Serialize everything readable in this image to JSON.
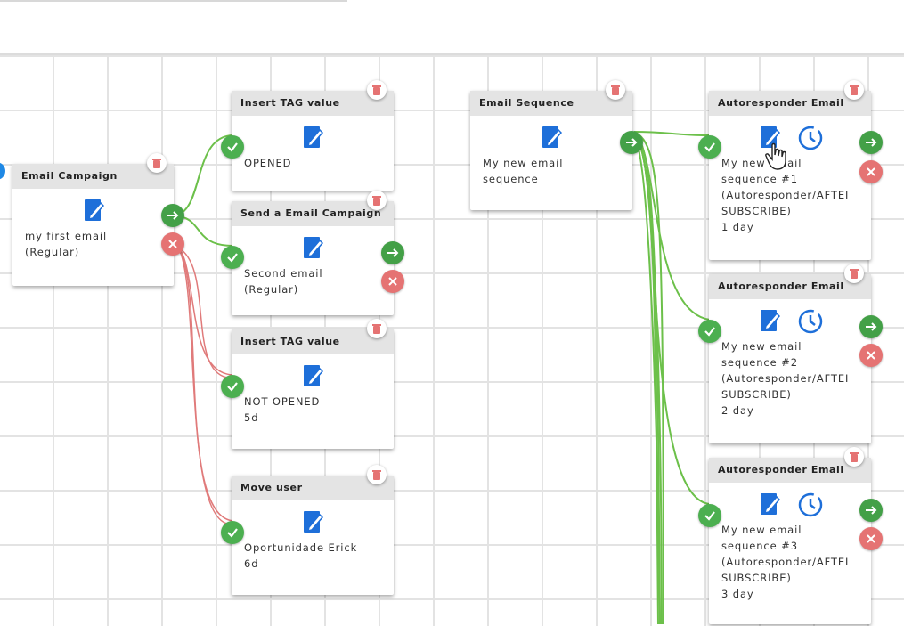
{
  "colors": {
    "green": "#4caf50",
    "red": "#e57373",
    "blue": "#1e6fd9",
    "link_green": "#6cc04a",
    "link_red": "#e07a7a"
  },
  "icons": {
    "edit": "edit-document-icon",
    "clock": "clock-icon",
    "trash": "trash-icon",
    "check": "check-icon",
    "next": "arrow-right-icon",
    "cancel": "x-icon"
  },
  "nodes": {
    "email_campaign": {
      "title": "Email Campaign",
      "line1": "my first email",
      "line2": "(Regular)"
    },
    "insert_tag_1": {
      "title": "Insert TAG value",
      "line1": "OPENED"
    },
    "send_campaign": {
      "title": "Send a Email Campaign",
      "line1": "Second email",
      "line2": "(Regular)"
    },
    "insert_tag_2": {
      "title": "Insert TAG value",
      "line1": "NOT OPENED",
      "line2": "5d"
    },
    "move_user": {
      "title": "Move user",
      "line1": "Oportunidade Erick",
      "line2": "6d"
    },
    "email_sequence": {
      "title": "Email Sequence",
      "line1": "My new email",
      "line2": "sequence"
    },
    "auto_1": {
      "title": "Autoresponder Email",
      "line1": "My new email",
      "line2": "sequence #1",
      "line3": "(Autoresponder/AFTEI",
      "line4": "SUBSCRIBE)",
      "line5": "1 day"
    },
    "auto_2": {
      "title": "Autoresponder Email",
      "line1": "My new email",
      "line2": "sequence #2",
      "line3": "(Autoresponder/AFTEI",
      "line4": "SUBSCRIBE)",
      "line5": "2 day"
    },
    "auto_3": {
      "title": "Autoresponder Email",
      "line1": "My new email",
      "line2": "sequence #3",
      "line3": "(Autoresponder/AFTEI",
      "line4": "SUBSCRIBE)",
      "line5": "3 day"
    }
  }
}
